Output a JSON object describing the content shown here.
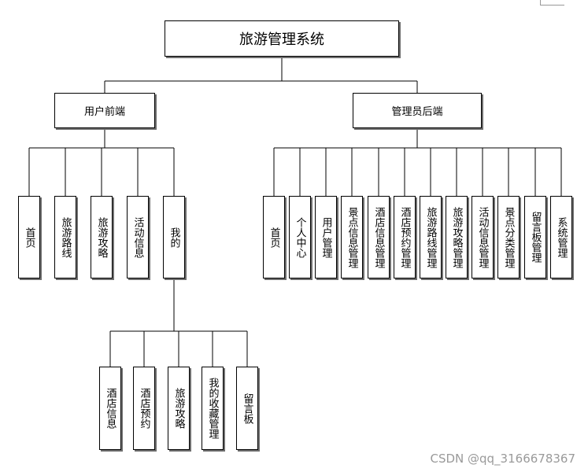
{
  "root": {
    "label": "旅游管理系统"
  },
  "user_front": {
    "label": "用户前端",
    "items": [
      "首页",
      "旅游路线",
      "旅游攻略",
      "活动信息",
      "我的"
    ],
    "mine": {
      "items": [
        "酒店信息",
        "酒店预约",
        "旅游攻略",
        "我的收藏管理",
        "留言板"
      ]
    }
  },
  "admin_back": {
    "label": "管理员后端",
    "items": [
      "首页",
      "个人中心",
      "用户管理",
      "景点信息管理",
      "酒店信息管理",
      "酒店预约管理",
      "旅游路线管理",
      "旅游攻略管理",
      "活动信息管理",
      "景点分类管理",
      "留言板管理",
      "系统管理"
    ]
  },
  "watermark": "CSDN @qq_3166678367"
}
